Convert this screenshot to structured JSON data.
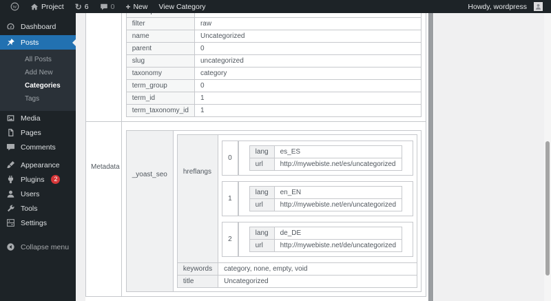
{
  "admin_bar": {
    "site_name": "Project",
    "update_count": "6",
    "comment_count": "0",
    "new_button": "New",
    "view_category": "View Category",
    "howdy": "Howdy, wordpress"
  },
  "sidebar": {
    "dashboard": "Dashboard",
    "posts": "Posts",
    "all_posts": "All Posts",
    "add_new": "Add New",
    "categories": "Categories",
    "tags": "Tags",
    "media": "Media",
    "pages": "Pages",
    "comments": "Comments",
    "appearance": "Appearance",
    "plugins": "Plugins",
    "plugins_badge": "2",
    "users": "Users",
    "tools": "Tools",
    "settings": "Settings",
    "collapse": "Collapse menu"
  },
  "term_table": {
    "rows": [
      {
        "key": "description",
        "value": ""
      },
      {
        "key": "filter",
        "value": "raw"
      },
      {
        "key": "name",
        "value": "Uncategorized"
      },
      {
        "key": "parent",
        "value": "0"
      },
      {
        "key": "slug",
        "value": "uncategorized"
      },
      {
        "key": "taxonomy",
        "value": "category"
      },
      {
        "key": "term_group",
        "value": "0"
      },
      {
        "key": "term_id",
        "value": "1"
      },
      {
        "key": "term_taxonomy_id",
        "value": "1"
      }
    ]
  },
  "metadata": {
    "section_label": "Metadata",
    "meta_key": "_yoast_seo",
    "hreflangs_label": "hreflangs",
    "lang_label": "lang",
    "url_label": "url",
    "hreflangs": [
      {
        "index": "0",
        "lang": "es_ES",
        "url": "http://mywebiste.net/es/uncategorized"
      },
      {
        "index": "1",
        "lang": "en_EN",
        "url": "http://mywebiste.net/en/uncategorized"
      },
      {
        "index": "2",
        "lang": "de_DE",
        "url": "http://mywebiste.net/de/uncategorized"
      }
    ],
    "keywords_label": "keywords",
    "keywords_value": "category, none, empty, void",
    "title_label": "title",
    "title_value": "Uncategorized"
  },
  "colors": {
    "admin_dark": "#1d2327",
    "accent_blue": "#2271b1",
    "badge_red": "#d63638",
    "page_bg": "#f0f0f1",
    "table_border": "#c6c8cc",
    "key_cell_bg": "#f6f7f7",
    "text_gray": "#50575e"
  }
}
